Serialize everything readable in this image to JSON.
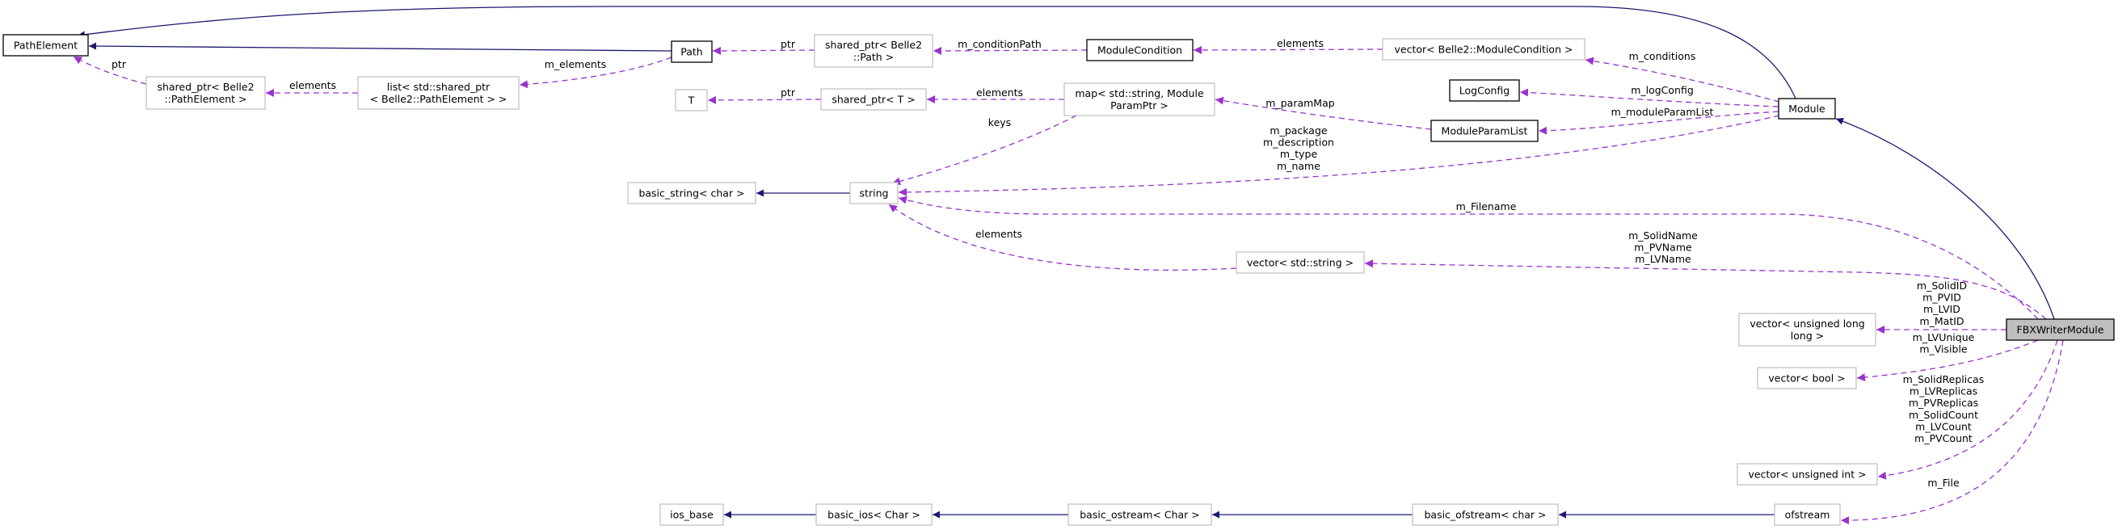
{
  "title": "FBXWriterModule collaboration diagram",
  "colors": {
    "inheritance": "#191970",
    "usage": "#9a32cd",
    "focus_fill": "#bfbfbf"
  },
  "nodes": [
    {
      "id": "PathElement",
      "lines": [
        "PathElement"
      ],
      "kind": "doc"
    },
    {
      "id": "Path",
      "lines": [
        "Path"
      ],
      "kind": "doc"
    },
    {
      "id": "sp_pe",
      "lines": [
        "shared_ptr< Belle2",
        "::PathElement >"
      ],
      "kind": "ext"
    },
    {
      "id": "list_sp",
      "lines": [
        "list< std::shared_ptr",
        "< Belle2::PathElement > >"
      ],
      "kind": "ext"
    },
    {
      "id": "T",
      "lines": [
        "T"
      ],
      "kind": "ext"
    },
    {
      "id": "sp_path",
      "lines": [
        "shared_ptr< Belle2",
        "::Path >"
      ],
      "kind": "ext"
    },
    {
      "id": "sp_T",
      "lines": [
        "shared_ptr< T >"
      ],
      "kind": "ext"
    },
    {
      "id": "ModuleCondition",
      "lines": [
        "ModuleCondition"
      ],
      "kind": "doc"
    },
    {
      "id": "vec_mc",
      "lines": [
        "vector< Belle2::ModuleCondition >"
      ],
      "kind": "ext"
    },
    {
      "id": "map",
      "lines": [
        "map< std::string, Module",
        "ParamPtr >"
      ],
      "kind": "ext"
    },
    {
      "id": "LogConfig",
      "lines": [
        "LogConfig"
      ],
      "kind": "doc"
    },
    {
      "id": "ModuleParamList",
      "lines": [
        "ModuleParamList"
      ],
      "kind": "doc"
    },
    {
      "id": "Module",
      "lines": [
        "Module"
      ],
      "kind": "doc"
    },
    {
      "id": "basic_string",
      "lines": [
        "basic_string< char >"
      ],
      "kind": "ext"
    },
    {
      "id": "string",
      "lines": [
        "string"
      ],
      "kind": "ext"
    },
    {
      "id": "vec_str",
      "lines": [
        "vector< std::string >"
      ],
      "kind": "ext"
    },
    {
      "id": "vec_ull",
      "lines": [
        "vector< unsigned long",
        "long >"
      ],
      "kind": "ext"
    },
    {
      "id": "vec_bool",
      "lines": [
        "vector< bool >"
      ],
      "kind": "ext"
    },
    {
      "id": "vec_uint",
      "lines": [
        "vector< unsigned int >"
      ],
      "kind": "ext"
    },
    {
      "id": "ofstream",
      "lines": [
        "ofstream"
      ],
      "kind": "ext"
    },
    {
      "id": "ios_base",
      "lines": [
        "ios_base"
      ],
      "kind": "ext"
    },
    {
      "id": "basic_ios",
      "lines": [
        "basic_ios< Char >"
      ],
      "kind": "ext"
    },
    {
      "id": "basic_ostream",
      "lines": [
        "basic_ostream< Char >"
      ],
      "kind": "ext"
    },
    {
      "id": "basic_ofstream",
      "lines": [
        "basic_ofstream< char >"
      ],
      "kind": "ext"
    },
    {
      "id": "FBXWriterModule",
      "lines": [
        "FBXWriterModule"
      ],
      "kind": "focus"
    }
  ],
  "edges": [
    {
      "id": "e_module_pathelement",
      "from": "Module",
      "to": "PathElement",
      "type": "inherit",
      "labels": []
    },
    {
      "id": "e_path_pathelement",
      "from": "Path",
      "to": "PathElement",
      "type": "inherit",
      "labels": []
    },
    {
      "id": "e_sppe_pathelement",
      "from": "sp_pe",
      "to": "PathElement",
      "type": "use",
      "labels": [
        "ptr"
      ]
    },
    {
      "id": "e_list_sppe",
      "from": "list_sp",
      "to": "sp_pe",
      "type": "use",
      "labels": [
        "elements"
      ]
    },
    {
      "id": "e_path_list",
      "from": "Path",
      "to": "list_sp",
      "type": "use",
      "labels": [
        "m_elements"
      ]
    },
    {
      "id": "e_sppath_path",
      "from": "sp_path",
      "to": "Path",
      "type": "use",
      "labels": [
        "ptr"
      ]
    },
    {
      "id": "e_modcond_sppath",
      "from": "ModuleCondition",
      "to": "sp_path",
      "type": "use",
      "labels": [
        "m_conditionPath"
      ]
    },
    {
      "id": "e_vecmc_modcond",
      "from": "vec_mc",
      "to": "ModuleCondition",
      "type": "use",
      "labels": [
        "elements"
      ]
    },
    {
      "id": "e_module_vecmc",
      "from": "Module",
      "to": "vec_mc",
      "type": "use",
      "labels": [
        "m_conditions"
      ]
    },
    {
      "id": "e_module_logconfig",
      "from": "Module",
      "to": "LogConfig",
      "type": "use",
      "labels": [
        "m_logConfig"
      ]
    },
    {
      "id": "e_module_mpl",
      "from": "Module",
      "to": "ModuleParamList",
      "type": "use",
      "labels": [
        "m_moduleParamList"
      ]
    },
    {
      "id": "e_mpl_map",
      "from": "ModuleParamList",
      "to": "map",
      "type": "use",
      "labels": [
        "m_paramMap"
      ]
    },
    {
      "id": "e_map_spT",
      "from": "map",
      "to": "sp_T",
      "type": "use",
      "labels": [
        "elements"
      ]
    },
    {
      "id": "e_spT_T",
      "from": "sp_T",
      "to": "T",
      "type": "use",
      "labels": [
        "ptr"
      ]
    },
    {
      "id": "e_map_string",
      "from": "map",
      "to": "string",
      "type": "use",
      "labels": [
        "keys"
      ]
    },
    {
      "id": "e_module_string",
      "from": "Module",
      "to": "string",
      "type": "use",
      "labels": [
        "m_package",
        "m_description",
        "m_type",
        "m_name"
      ]
    },
    {
      "id": "e_fbx_string",
      "from": "FBXWriterModule",
      "to": "string",
      "type": "use",
      "labels": [
        "m_Filename"
      ]
    },
    {
      "id": "e_vecstr_string",
      "from": "vec_str",
      "to": "string",
      "type": "use",
      "labels": [
        "elements"
      ]
    },
    {
      "id": "e_string_basicstring",
      "from": "string",
      "to": "basic_string",
      "type": "inherit",
      "labels": []
    },
    {
      "id": "e_fbx_vecstr",
      "from": "FBXWriterModule",
      "to": "vec_str",
      "type": "use",
      "labels": [
        "m_SolidName",
        "m_PVName",
        "m_LVName"
      ]
    },
    {
      "id": "e_fbx_vecull",
      "from": "FBXWriterModule",
      "to": "vec_ull",
      "type": "use",
      "labels": [
        "m_SolidID",
        "m_PVID",
        "m_LVID",
        "m_MatID"
      ]
    },
    {
      "id": "e_fbx_vecbool",
      "from": "FBXWriterModule",
      "to": "vec_bool",
      "type": "use",
      "labels": [
        "m_LVUnique",
        "m_Visible"
      ]
    },
    {
      "id": "e_fbx_vecuint",
      "from": "FBXWriterModule",
      "to": "vec_uint",
      "type": "use",
      "labels": [
        "m_SolidReplicas",
        "m_LVReplicas",
        "m_PVReplicas",
        "m_SolidCount",
        "m_LVCount",
        "m_PVCount"
      ]
    },
    {
      "id": "e_fbx_ofstream",
      "from": "FBXWriterModule",
      "to": "ofstream",
      "type": "use",
      "labels": [
        "m_File"
      ]
    },
    {
      "id": "e_fbx_module",
      "from": "FBXWriterModule",
      "to": "Module",
      "type": "inherit",
      "labels": []
    },
    {
      "id": "e_ofstream_basicofstream",
      "from": "ofstream",
      "to": "basic_ofstream",
      "type": "inherit",
      "labels": []
    },
    {
      "id": "e_basicofstream_basicostream",
      "from": "basic_ofstream",
      "to": "basic_ostream",
      "type": "inherit",
      "labels": []
    },
    {
      "id": "e_basicostream_basicios",
      "from": "basic_ostream",
      "to": "basic_ios",
      "type": "inherit",
      "labels": []
    },
    {
      "id": "e_basicios_iosbase",
      "from": "basic_ios",
      "to": "ios_base",
      "type": "inherit",
      "labels": []
    }
  ]
}
